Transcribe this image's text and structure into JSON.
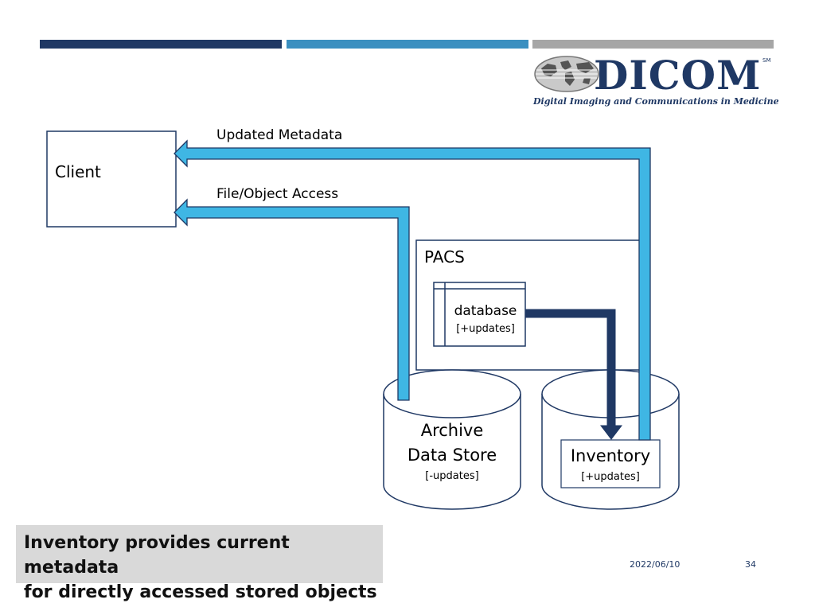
{
  "header": {
    "logo_text": "DICOM",
    "logo_sm": "SM",
    "logo_tagline": "Digital Imaging and Communications in Medicine"
  },
  "diagram": {
    "client_label": "Client",
    "updated_metadata_label": "Updated Metadata",
    "file_access_label": "File/Object Access",
    "pacs_label": "PACS",
    "database_label": "database",
    "database_sub": "[+updates]",
    "archive_line1": "Archive",
    "archive_line2": "Data Store",
    "archive_sub": "[-updates]",
    "inventory_label": "Inventory",
    "inventory_sub": "[+updates]"
  },
  "caption": {
    "line1": "Inventory provides current metadata",
    "line2": "for directly accessed stored objects"
  },
  "footer": {
    "date": "2022/06/10",
    "page": "34"
  },
  "colors": {
    "light_arrow": "#3fb6e4",
    "dark_arrow": "#1f3864"
  }
}
